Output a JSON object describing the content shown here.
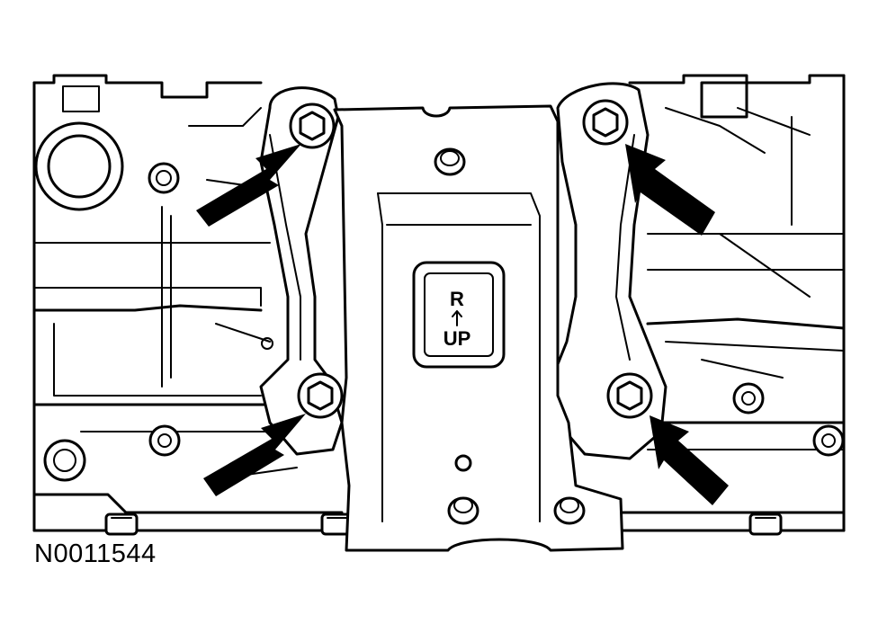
{
  "figure": {
    "id": "N0011544",
    "stamp_top": "R",
    "stamp_bottom": "UP"
  },
  "colors": {
    "line": "#000000",
    "background": "#ffffff"
  },
  "callouts": [
    {
      "name": "bolt-upper-left"
    },
    {
      "name": "bolt-upper-right"
    },
    {
      "name": "bolt-lower-left"
    },
    {
      "name": "bolt-lower-right"
    }
  ]
}
